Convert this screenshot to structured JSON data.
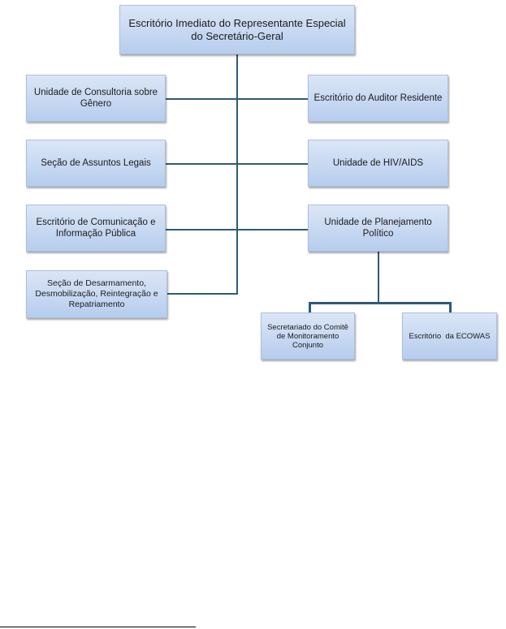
{
  "chart": {
    "root": "Escritório Imediato do Representante Especial do Secretário-Geral",
    "left": [
      "Unidade de Consultoria sobre Gênero",
      "Seção de Assuntos Legais",
      "Escritório de Comunicação e Informação Pública",
      "Seção de Desarmamento, Desmobilização, Reintegração e Repatriamento"
    ],
    "right": [
      "Escritório do Auditor Residente",
      "Unidade de HIV/AIDS",
      "Unidade de Planejamento Político"
    ],
    "sub": [
      "Secretariado do Comitê de Monitoramento Conjunto",
      "Escritório  da ECOWAS"
    ]
  }
}
